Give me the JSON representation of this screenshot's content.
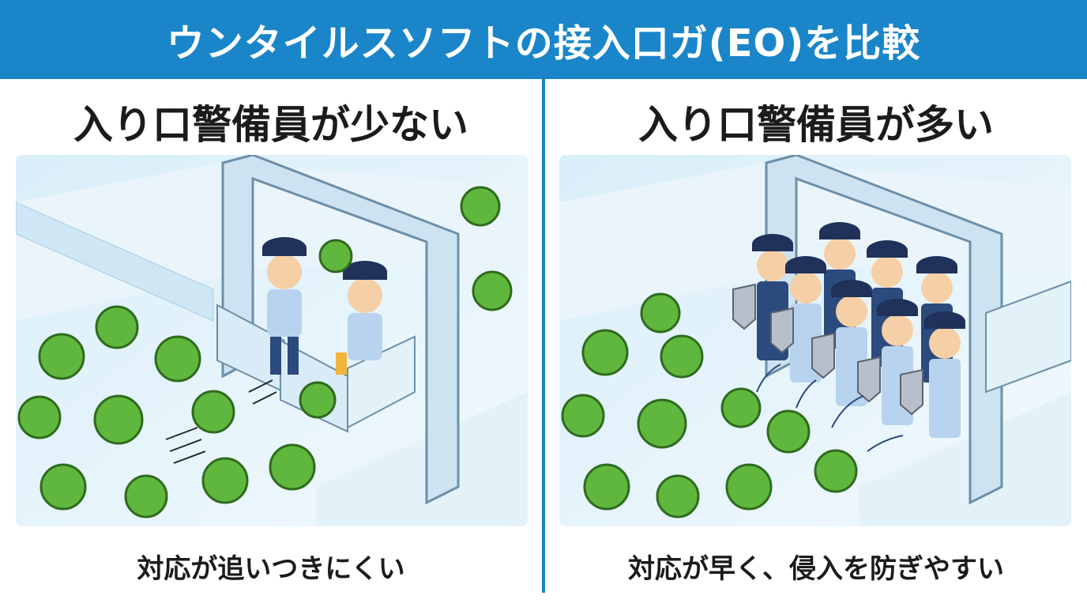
{
  "header": {
    "title": "ウンタイルスソフトの接入口ガ(ΕΟ)を比較"
  },
  "panels": [
    {
      "title": "入り口警備員が少ない",
      "caption": "対応が追いつきにくい"
    },
    {
      "title": "入り口警備員が多い",
      "caption": "対応が早く、侵入を防ぎやすい"
    }
  ],
  "colors": {
    "banner": "#1a86c9",
    "virus": "#5fb83d",
    "uniform": "#2b4a7d"
  },
  "icons": [
    "virus-icon",
    "guard-icon",
    "shield-icon",
    "gate-icon"
  ]
}
